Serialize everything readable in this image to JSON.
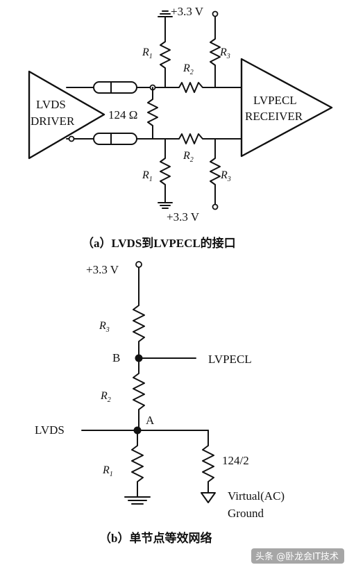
{
  "diagram_a": {
    "supply_top": "+3.3 V",
    "supply_bottom": "+3.3 V",
    "driver_line1": "LVDS",
    "driver_line2": "DRIVER",
    "termination": "124 Ω",
    "receiver_line1": "LVPECL",
    "receiver_line2": "RECEIVER",
    "r1_top": "R",
    "r1_top_sub": "1",
    "r2_top": "R",
    "r2_top_sub": "2",
    "r3_top": "R",
    "r3_top_sub": "3",
    "r2_bottom": "R",
    "r2_bottom_sub": "2",
    "r1_bottom": "R",
    "r1_bottom_sub": "1",
    "r3_bottom": "R",
    "r3_bottom_sub": "3",
    "caption": "（a）LVDS到LVPECL的接口"
  },
  "diagram_b": {
    "supply": "+3.3 V",
    "r3": "R",
    "r3_sub": "3",
    "node_b": "B",
    "lvpecl": "LVPECL",
    "r2": "R",
    "r2_sub": "2",
    "lvds": "LVDS",
    "node_a": "A",
    "r1": "R",
    "r1_sub": "1",
    "half_termination": "124/2",
    "virtual_ground_line1": "Virtual(AC)",
    "virtual_ground_line2": "Ground",
    "caption": "（b）单节点等效网络"
  },
  "watermark": "头条 @卧龙会IT技术"
}
